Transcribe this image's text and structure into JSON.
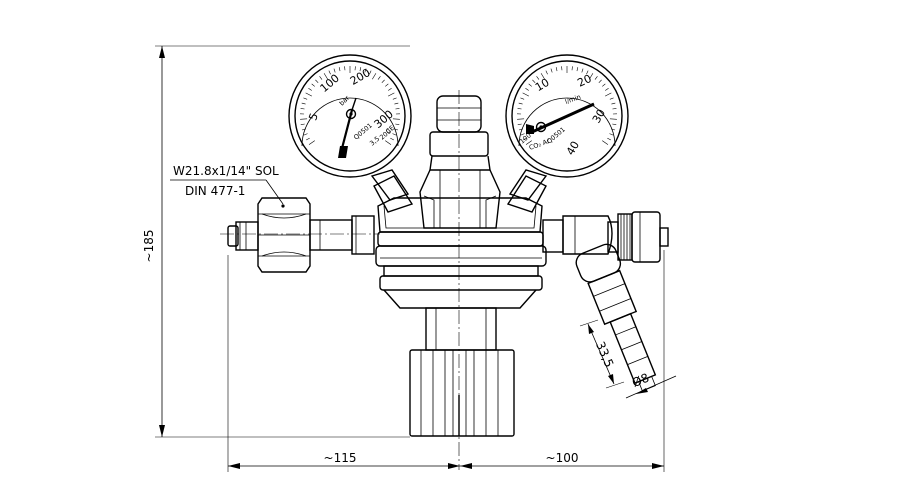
{
  "drawing": {
    "connection_thread": "W21.8x1/14\" SOL",
    "connection_standard": "DIN 477-1",
    "dim_height": "~185",
    "dim_left": "~115",
    "dim_right": "~100",
    "hose_length": "33,5",
    "hose_diameter": "Ø8",
    "left_gauge": {
      "scale_labels": [
        "5",
        "100",
        "200",
        "300"
      ],
      "marks": [
        "bar",
        "Q0501",
        "3,5",
        "200",
        "CE"
      ]
    },
    "right_gauge": {
      "scale_labels": [
        "10",
        "20",
        "30",
        "40"
      ],
      "marks": [
        "l/min",
        "Q0501",
        "CO₂ Ar",
        "100"
      ]
    }
  }
}
